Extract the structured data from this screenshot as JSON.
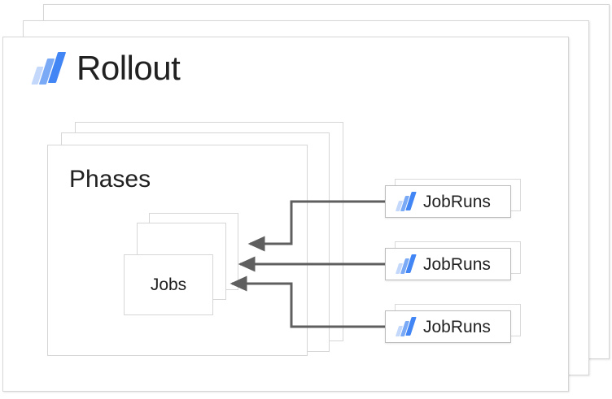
{
  "diagram": {
    "title": "Rollout",
    "brand_icon": "rollout-logo-icon",
    "accent_colors": {
      "logo_light": "#c3d8fb",
      "logo_mid": "#7aa9f6",
      "logo_dark": "#4285f4",
      "card_border": "#d6d6d6",
      "connector": "#5f5f5f",
      "text": "#212121"
    },
    "nodes": {
      "rollout": {
        "label": "Rollout",
        "stack_count": 3
      },
      "phases": {
        "label": "Phases",
        "stack_count": 3
      },
      "jobs": {
        "label": "Jobs",
        "stack_count": 3
      }
    },
    "jobruns": [
      {
        "label": "JobRuns",
        "icon": "rollout-logo-icon"
      },
      {
        "label": "JobRuns",
        "icon": "rollout-logo-icon"
      },
      {
        "label": "JobRuns",
        "icon": "rollout-logo-icon"
      }
    ],
    "connectors": [
      {
        "from": "jobruns-1",
        "to": "jobs",
        "style": "elbow-arrow"
      },
      {
        "from": "jobruns-2",
        "to": "jobs",
        "style": "straight-arrow"
      },
      {
        "from": "jobruns-3",
        "to": "jobs",
        "style": "elbow-arrow"
      }
    ]
  }
}
